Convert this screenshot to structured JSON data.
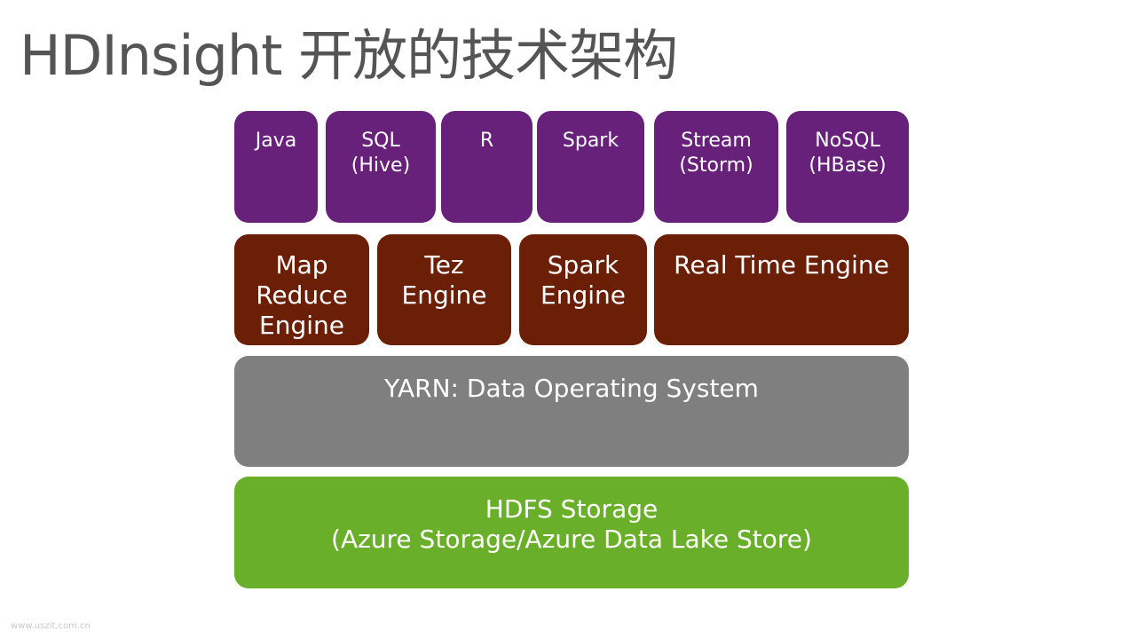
{
  "title": "HDInsight 开放的技术架构",
  "languages": [
    {
      "lines": [
        "Java"
      ]
    },
    {
      "lines": [
        "SQL",
        "(Hive)"
      ]
    },
    {
      "lines": [
        "R"
      ]
    },
    {
      "lines": [
        "Spark"
      ]
    },
    {
      "lines": [
        "Stream",
        "(Storm)"
      ]
    },
    {
      "lines": [
        "NoSQL",
        "(HBase)"
      ]
    }
  ],
  "engines": [
    {
      "lines": [
        "Map",
        "Reduce",
        "Engine"
      ]
    },
    {
      "lines": [
        "Tez",
        "Engine"
      ]
    },
    {
      "lines": [
        "Spark",
        "Engine"
      ]
    },
    {
      "lines": [
        "Real Time Engine"
      ]
    }
  ],
  "yarn": {
    "lines": [
      "YARN: Data Operating System"
    ]
  },
  "hdfs": {
    "lines": [
      "HDFS Storage",
      "(Azure Storage/Azure Data Lake Store)"
    ]
  },
  "watermark": "www.uszit.com.cn",
  "colors": {
    "language_block": "#68217a",
    "engine_block": "#6b1f07",
    "yarn_block": "#7f7f7f",
    "hdfs_block": "#6aaf29",
    "title_text": "#555555"
  }
}
